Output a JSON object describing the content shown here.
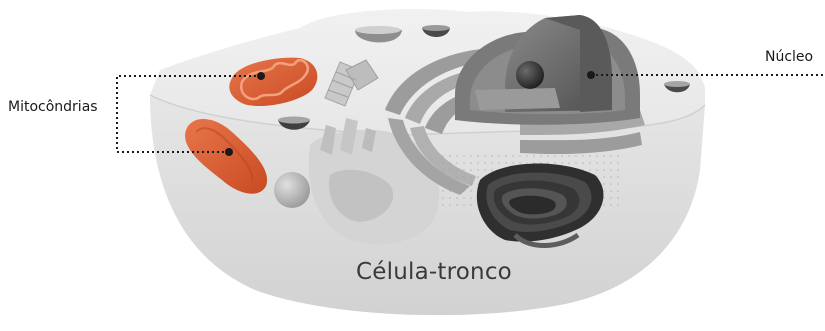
{
  "labels": {
    "mitochondria": "Mitocôndrias",
    "nucleus": "Núcleo",
    "cell": "Célula-tronco"
  },
  "icons": [
    "mitochondrion",
    "nucleus",
    "golgi-apparatus",
    "endoplasmic-reticulum",
    "vesicle",
    "centriole",
    "lysosome"
  ],
  "colors": {
    "cytoplasm": "#e9e9e9",
    "cell_wall": "#d9d9d9",
    "mitochondrion": "#d9582f",
    "nucleus": "#6b6b6b",
    "golgi": "#3c3c3c",
    "leader_line": "#1a1a1a"
  }
}
